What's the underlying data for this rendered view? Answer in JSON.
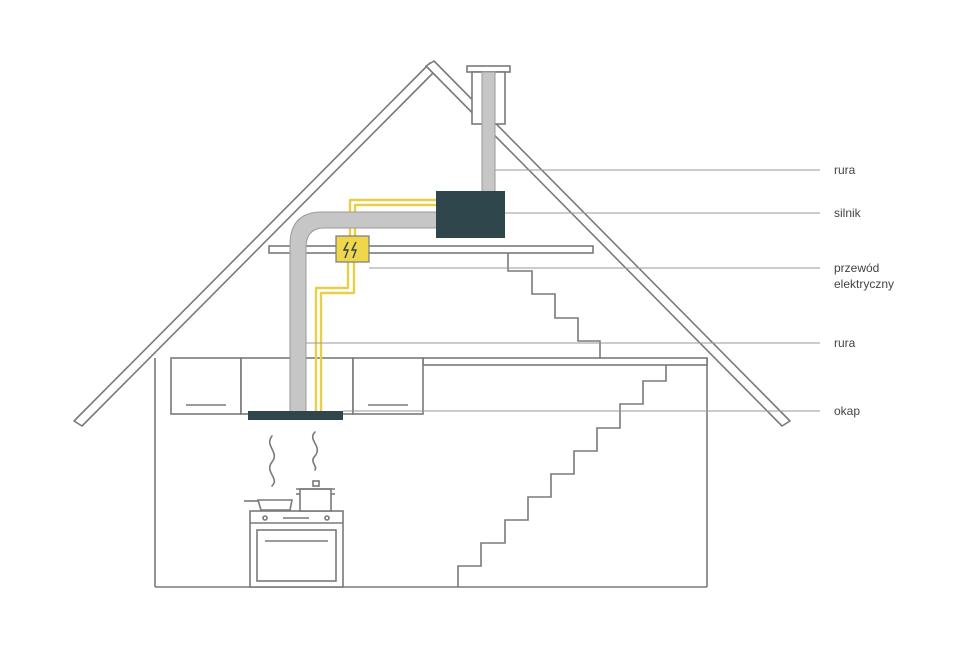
{
  "labels": {
    "rura_top": "rura",
    "silnik": "silnik",
    "przewod_line1": "przewód",
    "przewod_line2": "elektryczny",
    "rura_mid": "rura",
    "okap": "okap"
  },
  "colors": {
    "outline": "#7a7a7a",
    "pipe": "#c6c6c6",
    "motor": "#2f474c",
    "hood": "#2f474c",
    "wire": "#e8cf4a",
    "switch_box": "#efd64b",
    "leader": "#9a9a9a"
  }
}
